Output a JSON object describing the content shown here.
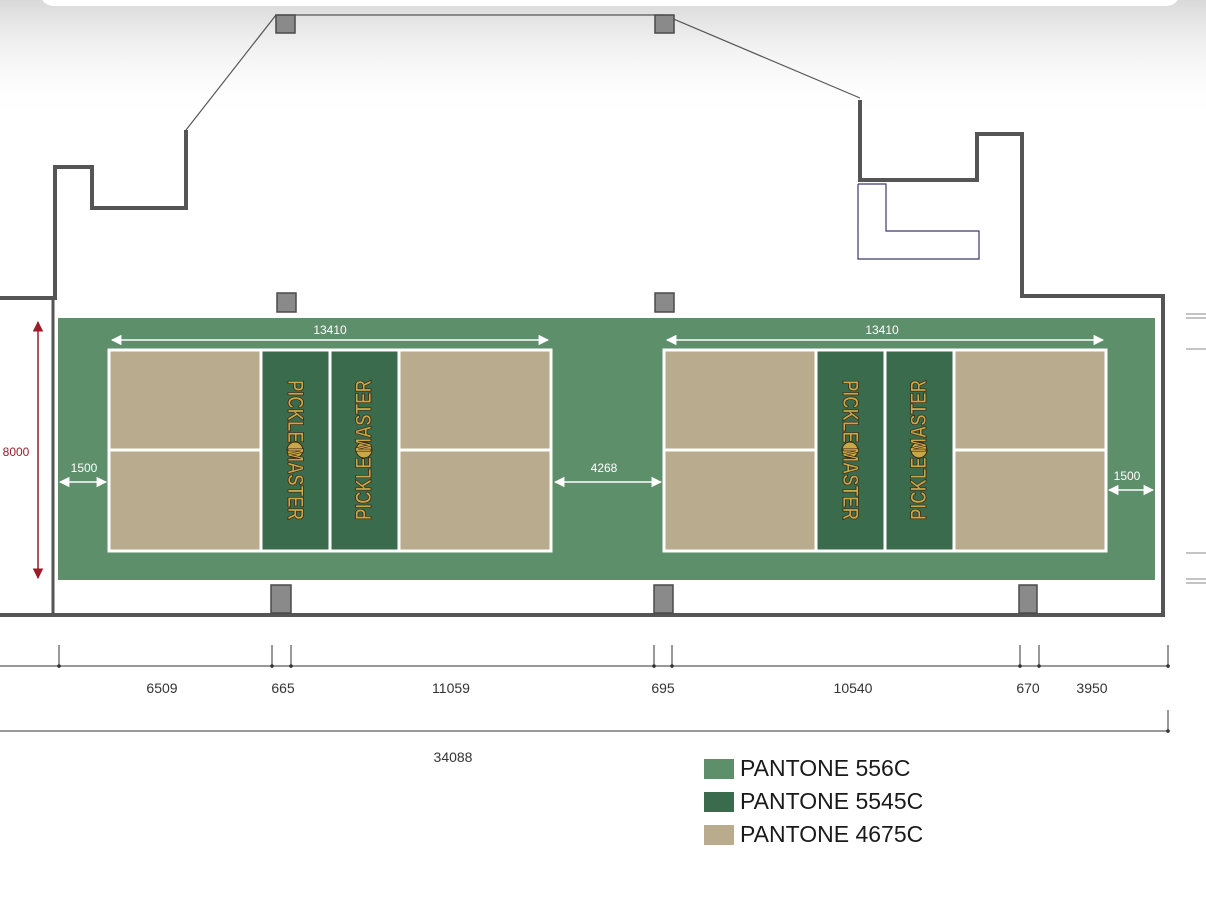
{
  "colors": {
    "pantone_556c": "#5e8f6b",
    "pantone_5545c": "#3a6b4c",
    "pantone_4675c": "#b8ab8e",
    "wall": "#555555",
    "dimension_red": "#9c1c2a",
    "line_white": "#ffffff"
  },
  "dimensions": {
    "court_left_length": "13410",
    "court_right_length": "13410",
    "width_total": "8000",
    "margin_left": "1500",
    "margin_right": "1500",
    "court_gap": "4268",
    "bottom_segments": [
      "6509",
      "665",
      "11059",
      "695",
      "10540",
      "670",
      "3950"
    ],
    "overall_length": "34088"
  },
  "courts": [
    {
      "id": "left",
      "logo_text": "PICKLE MASTER"
    },
    {
      "id": "right",
      "logo_text": "PICKLE MASTER"
    }
  ],
  "legend": [
    {
      "label": "PANTONE 556C",
      "color": "#5e8f6b"
    },
    {
      "label": "PANTONE 5545C",
      "color": "#3a6b4c"
    },
    {
      "label": "PANTONE 4675C",
      "color": "#b8ab8e"
    }
  ]
}
